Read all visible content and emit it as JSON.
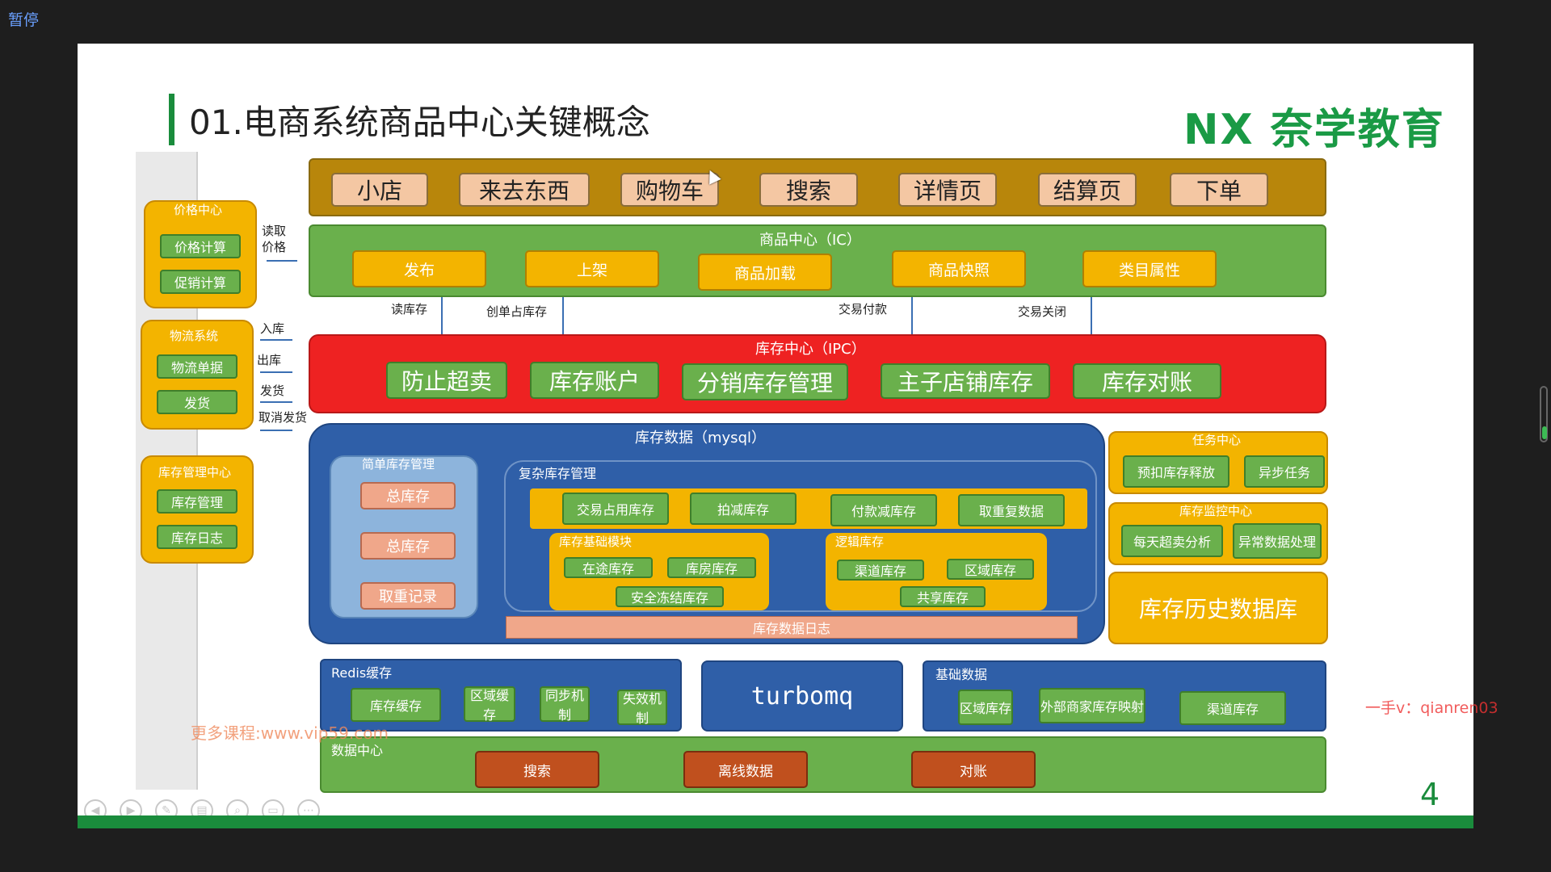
{
  "player": {
    "status": "暂停"
  },
  "slide": {
    "title": "01.电商系统商品中心关键概念",
    "brand": "NX 奈学教育",
    "page_number": "4",
    "watermark_left": "更多课程:www.vip59.com",
    "watermark_right": "一手v：qianren03"
  },
  "frontend": {
    "items": [
      "小店",
      "来去东西",
      "购物车",
      "搜索",
      "详情页",
      "结算页",
      "下单"
    ]
  },
  "ic": {
    "title": "商品中心（IC）",
    "items": [
      "发布",
      "上架",
      "商品加载",
      "商品快照",
      "类目属性"
    ]
  },
  "ic_ipc_arrows": {
    "labels": [
      "读库存",
      "创单占库存",
      "交易付款",
      "交易关闭"
    ]
  },
  "ipc": {
    "title": "库存中心（IPC）",
    "items": [
      "防止超卖",
      "库存账户",
      "分销库存管理",
      "主子店铺库存",
      "库存对账"
    ]
  },
  "left": {
    "price": {
      "title": "价格中心",
      "items": [
        "价格计算",
        "促销计算"
      ],
      "arrow": "读取价格"
    },
    "logistics": {
      "title": "物流系统",
      "items": [
        "物流单据",
        "发货"
      ],
      "arrows": [
        "入库",
        "出库",
        "发货",
        "取消发货"
      ]
    },
    "stock_mgmt": {
      "title": "库存管理中心",
      "items": [
        "库存管理",
        "库存日志"
      ]
    }
  },
  "stock_data": {
    "title": "库存数据（mysql）",
    "simple": {
      "title": "简单库存管理",
      "items": [
        "总库存",
        "总库存",
        "取重记录"
      ]
    },
    "complex": {
      "title": "复杂库存管理",
      "row": [
        "交易占用库存",
        "拍减库存",
        "付款减库存",
        "取重复数据"
      ],
      "base": {
        "title": "库存基础模块",
        "items": [
          "在途库存",
          "库房库存",
          "安全冻结库存"
        ]
      },
      "logic": {
        "title": "逻辑库存",
        "items": [
          "渠道库存",
          "区域库存",
          "共享库存"
        ]
      }
    },
    "log": "库存数据日志"
  },
  "right": {
    "task": {
      "title": "任务中心",
      "items": [
        "预扣库存释放",
        "异步任务"
      ]
    },
    "monitor": {
      "title": "库存监控中心",
      "items": [
        "每天超卖分析",
        "异常数据处理"
      ]
    },
    "history": "库存历史数据库"
  },
  "redis": {
    "title": "Redis缓存",
    "items": [
      "库存缓存",
      "区域缓存",
      "同步机制",
      "失效机制"
    ]
  },
  "mq": {
    "label": "turbomq"
  },
  "basic_data": {
    "title": "基础数据",
    "items": [
      "区域库存",
      "外部商家库存映射",
      "渠道库存"
    ]
  },
  "data_center": {
    "title": "数据中心",
    "items": [
      "搜索",
      "离线数据",
      "对账"
    ]
  },
  "colors": {
    "frontend_band": "#b8860b",
    "ic_band": "#6ab04c",
    "ipc_band": "#ee2222",
    "mysql_band": "#2f5fa8",
    "green": "#1a8c3c"
  }
}
